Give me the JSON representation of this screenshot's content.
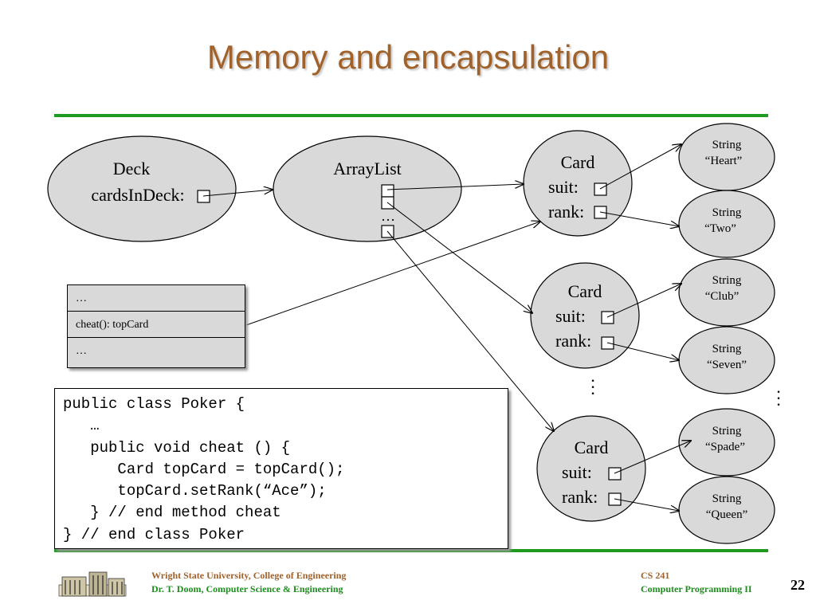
{
  "title": "Memory and encapsulation",
  "deck": {
    "name": "Deck",
    "field": "cardsInDeck:"
  },
  "arraylist": {
    "name": "ArrayList",
    "ellipsis": "…"
  },
  "cards": [
    {
      "name": "Card",
      "suit_label": "suit:",
      "rank_label": "rank:"
    },
    {
      "name": "Card",
      "suit_label": "suit:",
      "rank_label": "rank:"
    },
    {
      "name": "Card",
      "suit_label": "suit:",
      "rank_label": "rank:"
    }
  ],
  "strings": [
    {
      "type": "String",
      "value": "“Heart”"
    },
    {
      "type": "String",
      "value": "“Two”"
    },
    {
      "type": "String",
      "value": "“Club”"
    },
    {
      "type": "String",
      "value": "“Seven”"
    },
    {
      "type": "String",
      "value": "“Spade”"
    },
    {
      "type": "String",
      "value": "“Queen”"
    }
  ],
  "uml": {
    "rows": [
      "…",
      "cheat(): topCard",
      "…"
    ]
  },
  "code": {
    "lines": [
      "public class Poker {",
      "   …",
      "   public void cheat () {",
      "      Card topCard = topCard();",
      "      topCard.setRank(“Ace”);",
      "   } // end method cheat",
      "} // end class Poker"
    ]
  },
  "footer": {
    "left_line1": "Wright State University, College of Engineering",
    "left_line2": "Dr. T. Doom, Computer Science & Engineering",
    "right_line1": "CS 241",
    "right_line2": "Computer Programming II",
    "page_number": "22"
  },
  "colors": {
    "title": "#a0622a",
    "rule": "#1e9a1e",
    "shape_fill": "#d9d9d9"
  }
}
